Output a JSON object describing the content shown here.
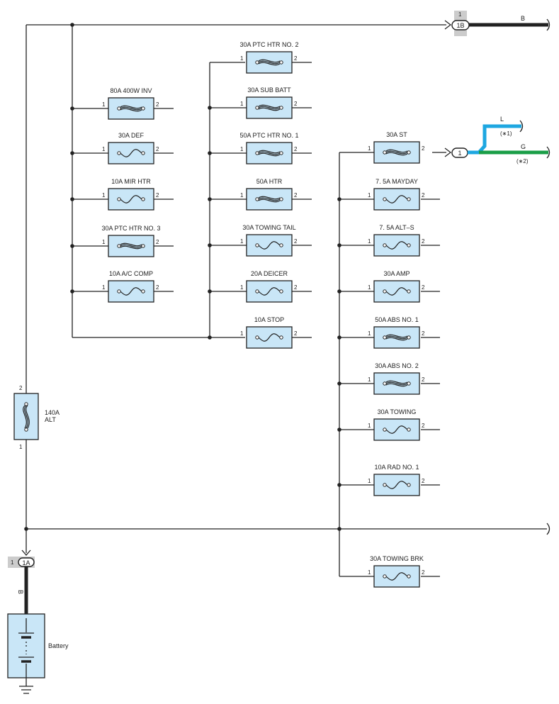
{
  "fuses": [
    {
      "id": "inv",
      "label": "80A 400W INV",
      "kind": "fusible",
      "pin_left": "1",
      "pin_right": "2"
    },
    {
      "id": "def",
      "label": "30A DEF",
      "kind": "blade",
      "pin_left": "1",
      "pin_right": "2"
    },
    {
      "id": "mirhtr",
      "label": "10A MIR HTR",
      "kind": "blade",
      "pin_left": "1",
      "pin_right": "2"
    },
    {
      "id": "ptc3",
      "label": "30A PTC HTR NO. 3",
      "kind": "fusible",
      "pin_left": "1",
      "pin_right": "2"
    },
    {
      "id": "accomp",
      "label": "10A A/C COMP",
      "kind": "blade",
      "pin_left": "1",
      "pin_right": "2"
    },
    {
      "id": "ptc2",
      "label": "30A PTC HTR NO. 2",
      "kind": "fusible",
      "pin_left": "1",
      "pin_right": "2"
    },
    {
      "id": "subbatt",
      "label": "30A SUB BATT",
      "kind": "fusible",
      "pin_left": "1",
      "pin_right": "2"
    },
    {
      "id": "ptc1",
      "label": "50A PTC HTR NO. 1",
      "kind": "fusible",
      "pin_left": "1",
      "pin_right": "2"
    },
    {
      "id": "htr",
      "label": "50A HTR",
      "kind": "fusible",
      "pin_left": "1",
      "pin_right": "2"
    },
    {
      "id": "towtail",
      "label": "30A TOWING TAIL",
      "kind": "blade",
      "pin_left": "1",
      "pin_right": "2"
    },
    {
      "id": "deicer",
      "label": "20A DEICER",
      "kind": "blade",
      "pin_left": "1",
      "pin_right": "2"
    },
    {
      "id": "stop",
      "label": "10A STOP",
      "kind": "blade",
      "pin_left": "1",
      "pin_right": "2"
    },
    {
      "id": "st",
      "label": "30A ST",
      "kind": "fusible",
      "pin_left": "1",
      "pin_right": "2"
    },
    {
      "id": "mayday",
      "label": "7. 5A MAYDAY",
      "kind": "blade",
      "pin_left": "1",
      "pin_right": "2"
    },
    {
      "id": "alts",
      "label": "7. 5A ALT–S",
      "kind": "blade",
      "pin_left": "1",
      "pin_right": "2"
    },
    {
      "id": "amp",
      "label": "30A AMP",
      "kind": "blade",
      "pin_left": "1",
      "pin_right": "2"
    },
    {
      "id": "abs1",
      "label": "50A ABS NO. 1",
      "kind": "fusible",
      "pin_left": "1",
      "pin_right": "2"
    },
    {
      "id": "abs2",
      "label": "30A ABS NO. 2",
      "kind": "fusible",
      "pin_left": "1",
      "pin_right": "2"
    },
    {
      "id": "towing",
      "label": "30A TOWING",
      "kind": "blade",
      "pin_left": "1",
      "pin_right": "2"
    },
    {
      "id": "rad1",
      "label": "10A RAD NO. 1",
      "kind": "blade",
      "pin_left": "1",
      "pin_right": "2"
    },
    {
      "id": "towbrk",
      "label": "30A TOWING BRK",
      "kind": "blade",
      "pin_left": "1",
      "pin_right": "2"
    }
  ],
  "main_fuse": {
    "label_line1": "140A",
    "label_line2": "ALT",
    "pin_top": "2",
    "pin_bottom": "1"
  },
  "connectors": {
    "c1b": {
      "code": "1B",
      "pin": "1",
      "wire_color": "B"
    },
    "c1": {
      "code": "1",
      "wire_l": "L",
      "wire_l_note": "(∗1)",
      "wire_g": "G",
      "wire_g_note": "(∗2)"
    },
    "c1a": {
      "code": "1A",
      "pin": "1",
      "wire_color": "B"
    }
  },
  "battery": {
    "label": "Battery"
  },
  "colors": {
    "wire_black": "#222222",
    "wire_blue": "#1ea7e1",
    "wire_green": "#1a9e47",
    "fuse_fill": "#c9e6f7",
    "connector_tag": "#cccccc"
  }
}
